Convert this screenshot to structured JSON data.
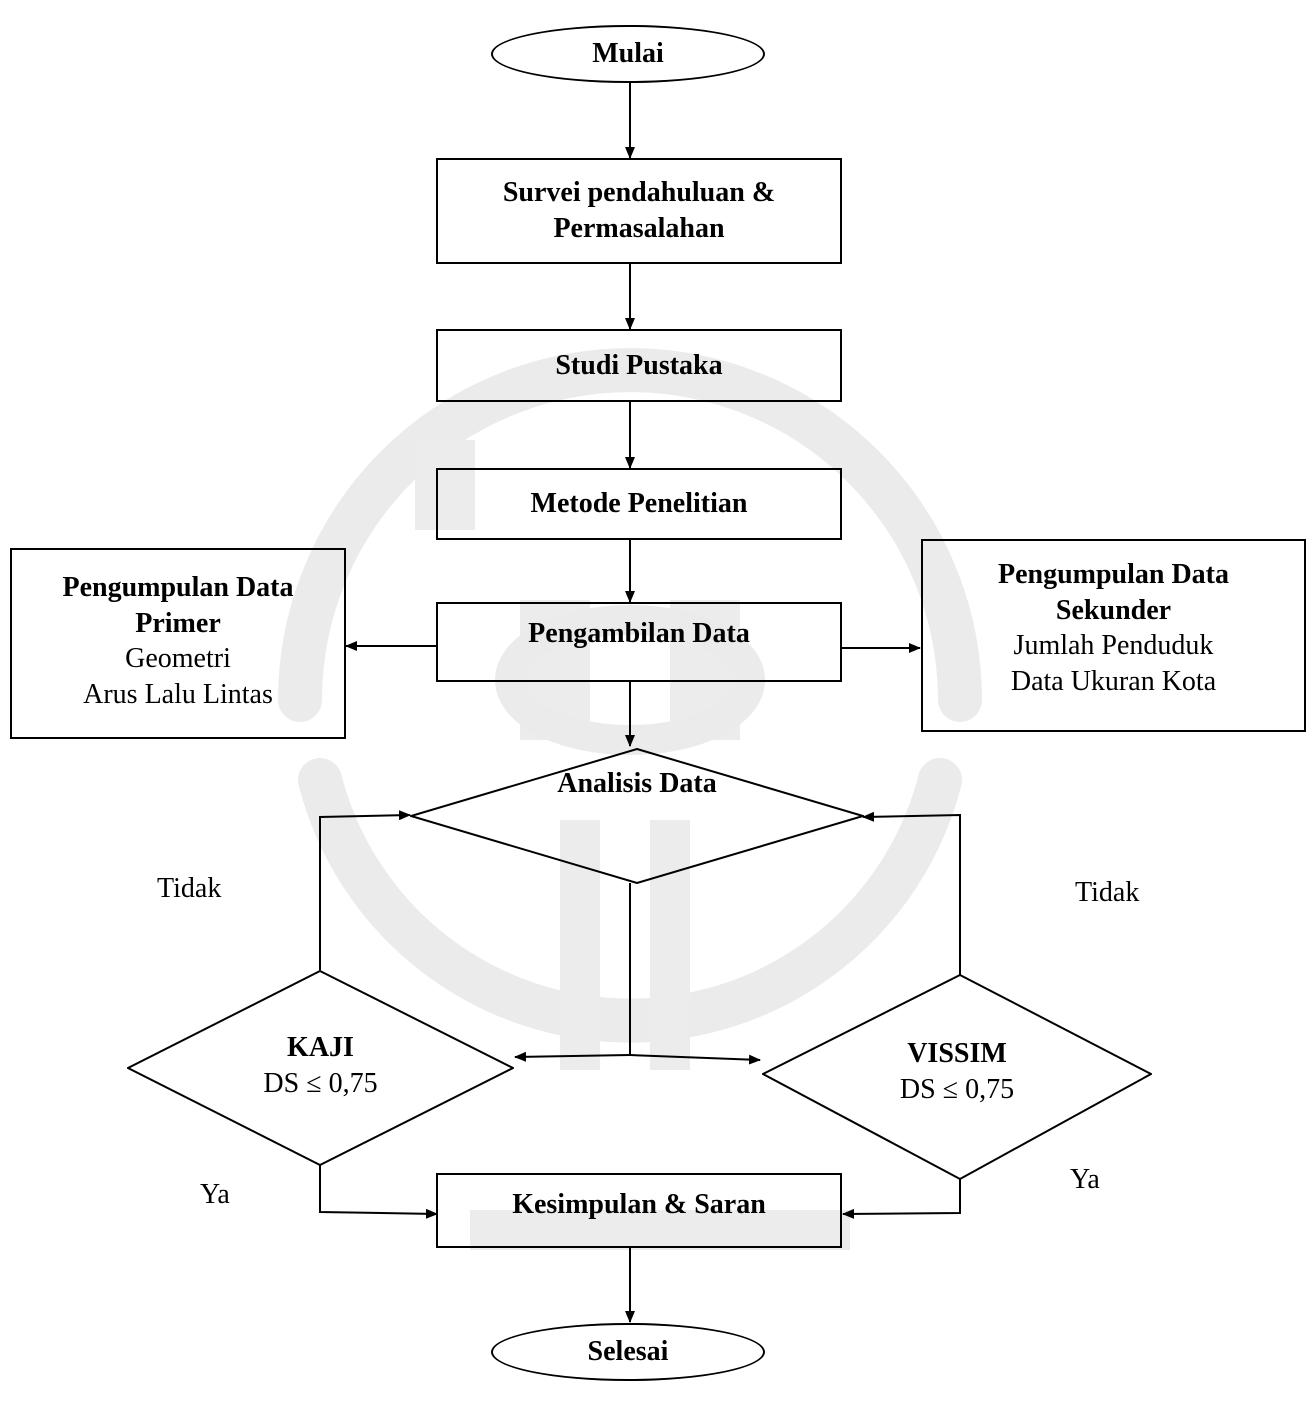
{
  "nodes": {
    "start": "Mulai",
    "survey": [
      "Survei pendahuluan &",
      "Permasalahan"
    ],
    "literature": "Studi Pustaka",
    "method": "Metode Penelitian",
    "collection": "Pengambilan Data",
    "primary": {
      "title": [
        "Pengumpulan Data",
        "Primer"
      ],
      "items": [
        "Geometri",
        "Arus Lalu Lintas"
      ]
    },
    "secondary": {
      "title": [
        "Pengumpulan Data",
        "Sekunder"
      ],
      "items": [
        "Jumlah Penduduk",
        "Data Ukuran Kota"
      ]
    },
    "analysis": "Analisis Data",
    "kaji": {
      "title": "KAJI",
      "condition": "DS ≤ 0,75"
    },
    "vissim": {
      "title": "VISSIM",
      "condition": "DS ≤ 0,75"
    },
    "conclusion": "Kesimpulan & Saran",
    "end": "Selesai"
  },
  "edge_labels": {
    "kaji_no": "Tidak",
    "vissim_no": "Tidak",
    "kaji_yes": "Ya",
    "vissim_yes": "Ya"
  },
  "colors": {
    "stroke": "#000000",
    "watermark": "#ebebeb"
  }
}
